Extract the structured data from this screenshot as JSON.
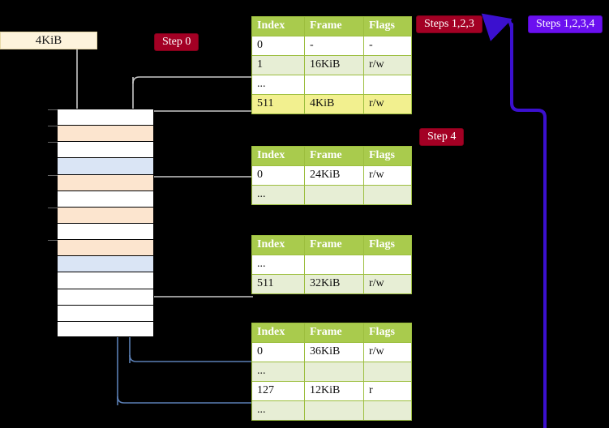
{
  "page": {
    "background": "#000000",
    "title": "Multi-level page table walk diagram"
  },
  "memory_label": {
    "text": "4KiB"
  },
  "badges": {
    "step0": {
      "label": "Step 0",
      "color": "#a30024"
    },
    "steps123": {
      "label": "Steps 1,2,3",
      "color": "#a30024"
    },
    "steps1234": {
      "label": "Steps 1,2,3,4",
      "color": "#6b10f0"
    },
    "step4": {
      "label": "Step 4",
      "color": "#a30024"
    }
  },
  "colors": {
    "header_green": "#a9cb4d",
    "row_green": "#e7eed5",
    "row_highlight": "#f2f08f",
    "mem_orange": "#fce5cf",
    "mem_blue": "#dae5f5",
    "connector_gray": "#bdbdbd",
    "connector_blue": "#5b7fb5",
    "arrow_purple": "#3b10cf"
  },
  "tables": [
    {
      "name": "page-table-level-0",
      "headers": [
        "Index",
        "Frame",
        "Flags"
      ],
      "rows": [
        {
          "style": "white",
          "cells": [
            "0",
            "-",
            "-"
          ]
        },
        {
          "style": "green",
          "cells": [
            "1",
            "16KiB",
            "r/w"
          ]
        },
        {
          "style": "white",
          "cells": [
            "...",
            "",
            ""
          ]
        },
        {
          "style": "highlight",
          "cells": [
            "511",
            "4KiB",
            "r/w"
          ]
        }
      ]
    },
    {
      "name": "page-table-level-1",
      "headers": [
        "Index",
        "Frame",
        "Flags"
      ],
      "rows": [
        {
          "style": "white",
          "cells": [
            "0",
            "24KiB",
            "r/w"
          ]
        },
        {
          "style": "green",
          "cells": [
            "...",
            "",
            ""
          ]
        }
      ]
    },
    {
      "name": "page-table-level-2",
      "headers": [
        "Index",
        "Frame",
        "Flags"
      ],
      "rows": [
        {
          "style": "white",
          "cells": [
            "...",
            "",
            ""
          ]
        },
        {
          "style": "green",
          "cells": [
            "511",
            "32KiB",
            "r/w"
          ]
        }
      ]
    },
    {
      "name": "page-table-level-3",
      "headers": [
        "Index",
        "Frame",
        "Flags"
      ],
      "rows": [
        {
          "style": "white",
          "cells": [
            "0",
            "36KiB",
            "r/w"
          ]
        },
        {
          "style": "green",
          "cells": [
            "...",
            "",
            ""
          ]
        },
        {
          "style": "white",
          "cells": [
            "127",
            "12KiB",
            "r"
          ]
        },
        {
          "style": "green",
          "cells": [
            "...",
            "",
            ""
          ]
        }
      ]
    }
  ],
  "memory_column": {
    "name": "physical-memory-frames",
    "row_count": 14,
    "rows": [
      {
        "fill": "white",
        "tick": true
      },
      {
        "fill": "orange",
        "tick": true
      },
      {
        "fill": "white",
        "tick": true
      },
      {
        "fill": "blue",
        "tick": false
      },
      {
        "fill": "orange",
        "tick": true
      },
      {
        "fill": "white",
        "tick": false
      },
      {
        "fill": "orange",
        "tick": true
      },
      {
        "fill": "white",
        "tick": false
      },
      {
        "fill": "orange",
        "tick": true
      },
      {
        "fill": "blue",
        "tick": false
      },
      {
        "fill": "white",
        "tick": false
      },
      {
        "fill": "white",
        "tick": false
      },
      {
        "fill": "white",
        "tick": false
      },
      {
        "fill": "white",
        "tick": false
      }
    ]
  }
}
